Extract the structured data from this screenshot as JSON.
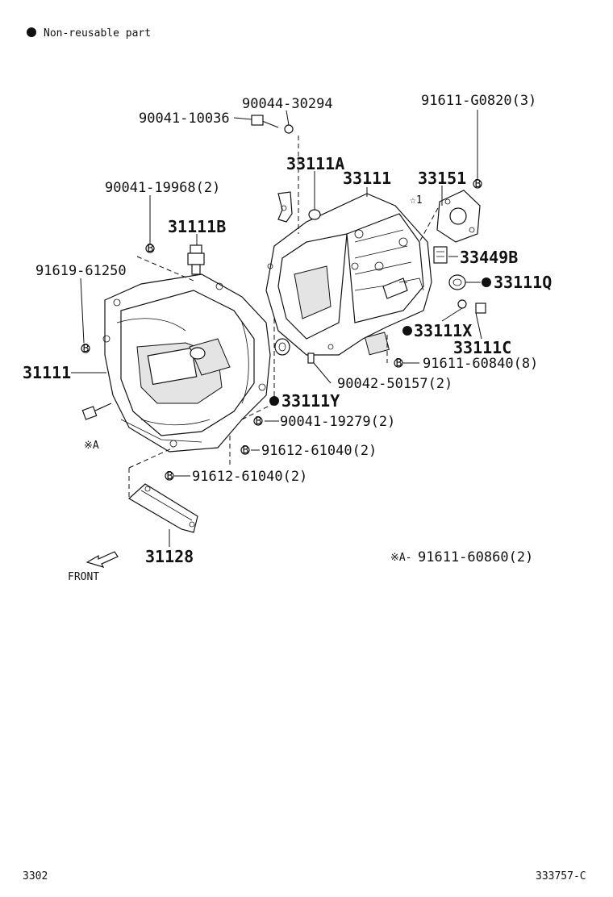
{
  "legend": {
    "bullet_text": "Non-reusable part"
  },
  "bolt_marker": "B",
  "footer": {
    "left": "3302",
    "right": "333757-C"
  },
  "front_label": "FRONT",
  "callouts": {
    "p90044_30294": "90044-30294",
    "p90041_10036": "90041-10036",
    "p91611_G0820": "91611-G0820(3)",
    "p33111A": "33111A",
    "p33111": "33111",
    "p33151": "33151",
    "star1": "☆1",
    "p90041_19968": "90041-19968(2)",
    "p31111B": "31111B",
    "p91619_61250": "91619-61250",
    "p33449B": "33449B",
    "p33111Q": "33111Q",
    "p33111X": "33111X",
    "p33111C": "33111C",
    "p31111": "31111",
    "p91611_60840": "91611-60840(8)",
    "p90042_50157": "90042-50157(2)",
    "p33111Y": "33111Y",
    "markA": "※A",
    "p90041_19279": "90041-19279(2)",
    "p91612_61040_a": "91612-61040(2)",
    "p91612_61040_b": "91612-61040(2)",
    "p31128": "31128",
    "noteA_prefix": "※A-",
    "noteA_part": "91611-60860(2)"
  }
}
